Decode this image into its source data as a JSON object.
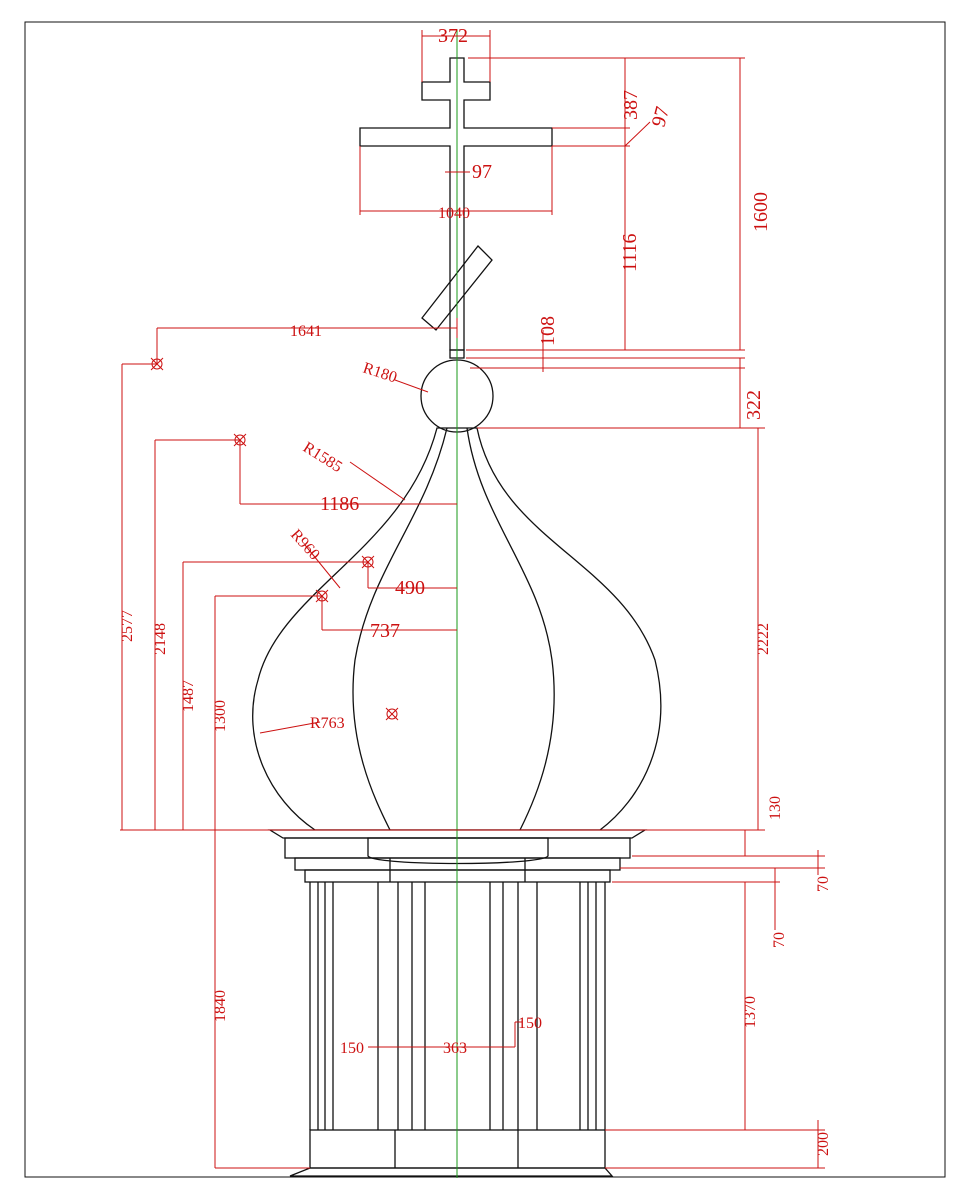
{
  "dimensions": {
    "d372": "372",
    "d387": "387",
    "d97_top": "97",
    "d97_mid": "97",
    "d1040": "1040",
    "d1600": "1600",
    "d1116": "1116",
    "d108": "108",
    "d1641": "1641",
    "r180": "R180",
    "d322": "322",
    "r1585": "R1585",
    "d1186": "1186",
    "r960": "R960",
    "d490": "490",
    "d737": "737",
    "d2577": "2577",
    "d2148": "2148",
    "d1487": "1487",
    "d1300": "1300",
    "r763": "R763",
    "d2222": "2222",
    "d130": "130",
    "d70_a": "70",
    "d70_b": "70",
    "d1370": "1370",
    "d200": "200",
    "d1840": "1840",
    "d150_left": "150",
    "d363": "363",
    "d150_right": "150"
  },
  "colors": {
    "ink": "#111111",
    "dimension": "#cc1111",
    "axis": "#1a9a1a"
  }
}
